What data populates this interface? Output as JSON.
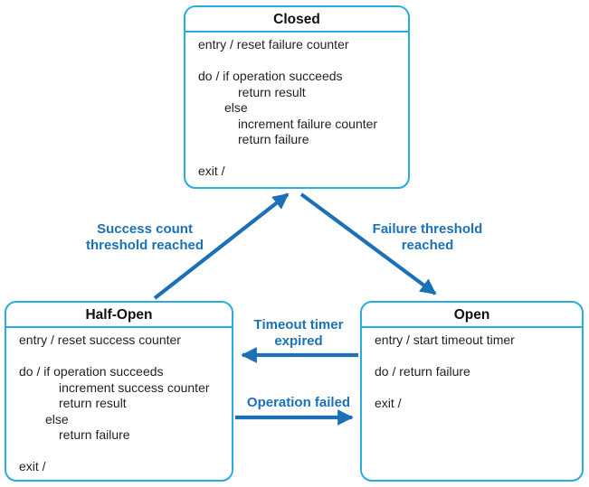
{
  "colors": {
    "box_border": "#29ABE2",
    "arrow": "#1C70B7",
    "label_text": "#1C70B7",
    "body_text": "#231F20",
    "title_text": "#111111",
    "background": "#FFFFFF"
  },
  "states": {
    "closed": {
      "title": "Closed",
      "lines": [
        "entry / reset failure counter",
        "do / if operation succeeds",
        "return result",
        "else",
        "increment failure counter",
        "return failure",
        "exit /"
      ]
    },
    "half_open": {
      "title": "Half-Open",
      "lines": [
        "entry / reset success counter",
        "do / if operation succeeds",
        "increment success counter",
        "return result",
        "else",
        "return failure",
        "exit /"
      ]
    },
    "open": {
      "title": "Open",
      "lines": [
        "entry / start timeout timer",
        "do / return failure",
        "exit /"
      ]
    }
  },
  "transitions": {
    "success_count": "Success count\nthreshold reached",
    "failure_threshold": "Failure threshold\nreached",
    "timeout_timer": "Timeout timer\nexpired",
    "operation_failed": "Operation failed"
  }
}
